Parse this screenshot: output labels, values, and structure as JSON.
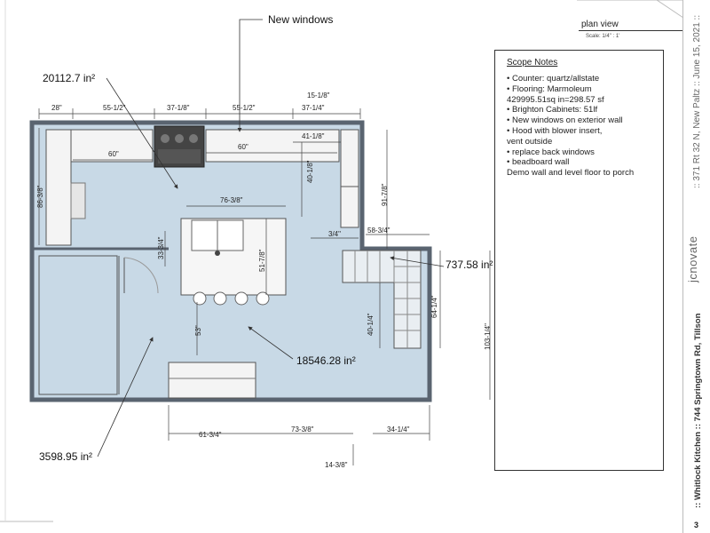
{
  "sheet": {
    "view_title": "plan view",
    "scale": "Scale: 1/4\" : 1'",
    "page_number": "3"
  },
  "scope_notes": {
    "title": "Scope Notes",
    "lines": [
      "• Counter: quartz/allstate",
      "• Flooring: Marmoleum",
      "429995.51sq in=298.57 sf",
      "• Brighton Cabinets:  51lf",
      "• New windows on exterior wall",
      "• Hood with blower insert,",
      "vent outside",
      "• replace back windows",
      "• beadboard wall",
      "Demo wall and level floor to porch"
    ]
  },
  "title_block": {
    "brand": "jcnovate",
    "address": ":: 371 Rt 32 N, New Paltz :: June 15, 2021 ::",
    "project": ":: Whitlock Kitchen :: 744 Springtown Rd, Tillson"
  },
  "plan": {
    "callouts": {
      "new_windows": "New windows",
      "area_top": "20112.7 in²",
      "area_main": "18546.28 in²",
      "area_left": "3598.95 in²",
      "area_porch": "737.58 in²"
    },
    "dims": {
      "top_28": "28\"",
      "top_55a": "55-1/2\"",
      "top_37a": "37-1/8\"",
      "top_55b": "55-1/2\"",
      "top_37b": "37-1/4\"",
      "top_15": "15-1/8\"",
      "d_60a": "60\"",
      "d_60b": "60\"",
      "d_41": "41-1/8\"",
      "d_40a": "40-1/8\"",
      "d_86": "86-3/8\"",
      "d_76": "76-3/8\"",
      "d_91": "91-7/8\"",
      "d_3_4": "3/4\"",
      "d_58": "58-3/4\"",
      "d_33": "33-3/4\"",
      "d_51": "51-7/8\"",
      "d_53": "53\"",
      "d_40b": "40-1/4\"",
      "d_64": "64-1/4\"",
      "d_103": "103-1/4\"",
      "b_61": "61-3/4\"",
      "b_73": "73-3/8\"",
      "b_34": "34-1/4\"",
      "b_14": "14-3/8\""
    }
  }
}
